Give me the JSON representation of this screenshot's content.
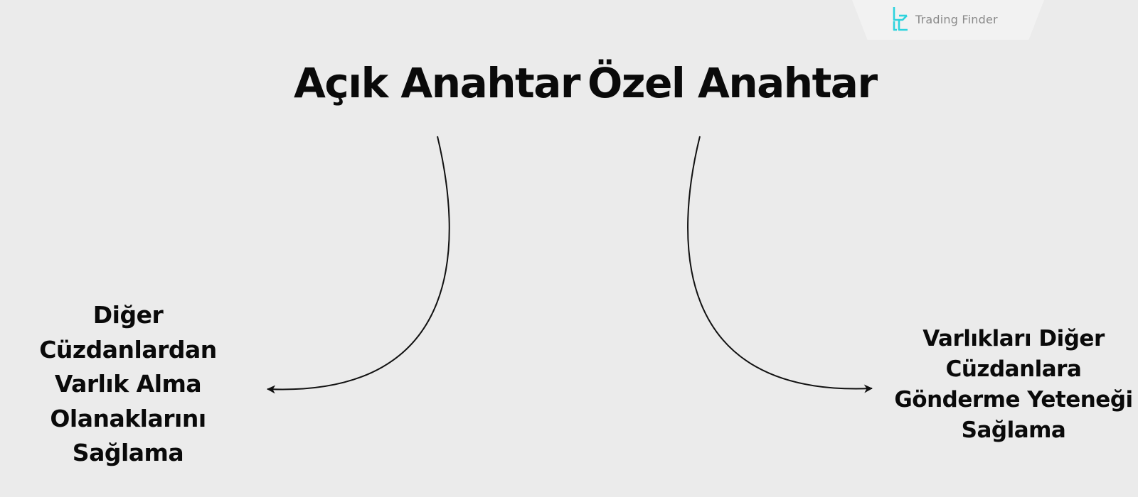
{
  "brand": {
    "name": "Trading Finder",
    "accent_color": "#2ed3dd",
    "logo_icon": "trading-finder-logo-icon"
  },
  "diagram": {
    "public_key": {
      "title": "Açık Anahtar",
      "description_lines": [
        "Diğer",
        "Cüzdanlardan",
        "Varlık Alma",
        "Olanaklarını",
        "Sağlama"
      ]
    },
    "private_key": {
      "title": "Özel Anahtar",
      "description_lines": [
        "Varlıkları Diğer",
        "Cüzdanlara",
        "Gönderme Yeteneği",
        "Sağlama"
      ]
    },
    "connector_color": "#111111",
    "background_color": "#ebebeb"
  }
}
